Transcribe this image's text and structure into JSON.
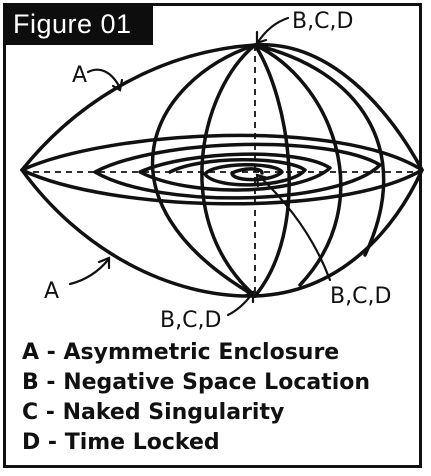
{
  "figure_tag": "Figure 01",
  "labels": {
    "a_top": "A",
    "a_bottom": "A",
    "bcd_top": "B,C,D",
    "bcd_bottom": "B,C,D",
    "bcd_center": "B,C,D"
  },
  "legend": [
    "A - Asymmetric Enclosure",
    "B - Negative Space Location",
    "C - Naked Singularity",
    "D - Time Locked"
  ]
}
